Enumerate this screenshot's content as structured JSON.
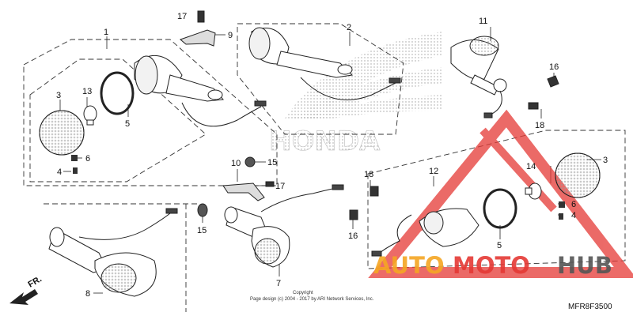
{
  "callouts": [
    {
      "id": "c1",
      "label": "1"
    },
    {
      "id": "c2",
      "label": "2"
    },
    {
      "id": "c3a",
      "label": "3"
    },
    {
      "id": "c3b",
      "label": "3"
    },
    {
      "id": "c4a",
      "label": "4"
    },
    {
      "id": "c4b",
      "label": "4"
    },
    {
      "id": "c5a",
      "label": "5"
    },
    {
      "id": "c5b",
      "label": "5"
    },
    {
      "id": "c6a",
      "label": "6"
    },
    {
      "id": "c6b",
      "label": "6"
    },
    {
      "id": "c7",
      "label": "7"
    },
    {
      "id": "c8",
      "label": "8"
    },
    {
      "id": "c9",
      "label": "9"
    },
    {
      "id": "c10",
      "label": "10"
    },
    {
      "id": "c11",
      "label": "11"
    },
    {
      "id": "c12",
      "label": "12"
    },
    {
      "id": "c13",
      "label": "13"
    },
    {
      "id": "c14",
      "label": "14"
    },
    {
      "id": "c15a",
      "label": "15"
    },
    {
      "id": "c15b",
      "label": "15"
    },
    {
      "id": "c16a",
      "label": "16"
    },
    {
      "id": "c16b",
      "label": "16"
    },
    {
      "id": "c17a",
      "label": "17"
    },
    {
      "id": "c17b",
      "label": "17"
    },
    {
      "id": "c18a",
      "label": "18"
    },
    {
      "id": "c18b",
      "label": "18"
    }
  ],
  "brand_text": "HONDA",
  "front_marker": "FR.",
  "copyright_line1": "Copyright",
  "copyright_line2": "Page design (c) 2004 - 2017 by ARI Network Services, Inc.",
  "diagram_code": "MFR8F3500",
  "watermark": {
    "part1": "AUTO",
    "part2": "MOTO",
    "part3": "HUB"
  },
  "colors": {
    "watermark_orange": "#f5a623",
    "watermark_red": "#e53935",
    "watermark_gray": "#555555"
  }
}
